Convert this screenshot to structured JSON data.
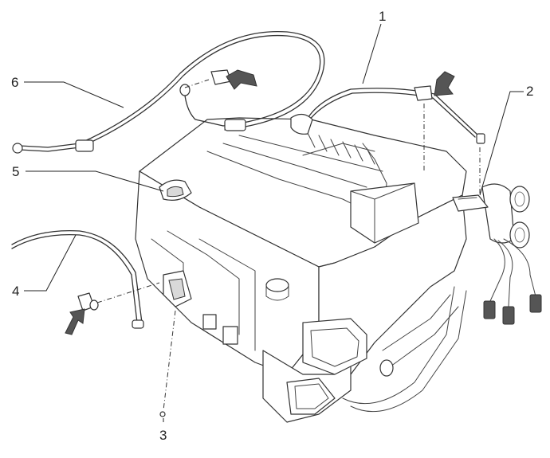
{
  "callouts": [
    {
      "id": "1",
      "label": "1"
    },
    {
      "id": "2",
      "label": "2"
    },
    {
      "id": "3",
      "label": "3"
    },
    {
      "id": "4",
      "label": "4"
    },
    {
      "id": "5",
      "label": "5"
    },
    {
      "id": "6",
      "label": "6"
    }
  ],
  "arrows": {
    "count": 3,
    "icon": "arrow-icon",
    "color": "#555555"
  }
}
